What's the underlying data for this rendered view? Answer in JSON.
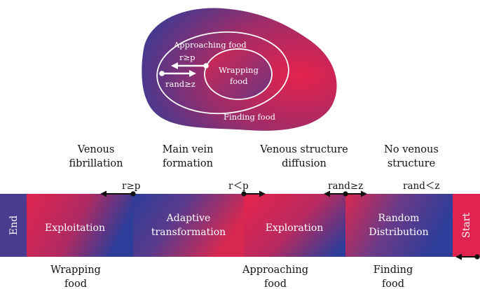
{
  "blob": {
    "outer_label": "Finding food",
    "middle_label": "Approaching  food",
    "inner_label_line1": "Wrapping",
    "inner_label_line2": "food",
    "cond_upper": "r≥p",
    "cond_lower": "rand≥z"
  },
  "phases": [
    {
      "line1": "Venous",
      "line2": "fibrillation"
    },
    {
      "line1": "Main vein",
      "line2": "formation"
    },
    {
      "line1": "Venous structure",
      "line2": "diffusion"
    },
    {
      "line1": "No venous",
      "line2": "structure"
    }
  ],
  "conditions": {
    "c1": "r≥p",
    "c2": "r＜p",
    "c3": "rand≥z",
    "c4": "rand＜z"
  },
  "band": {
    "end": "End",
    "start": "Start",
    "seg1": "Exploitation",
    "seg2_line1": "Adaptive",
    "seg2_line2": "transformation",
    "seg3": "Exploration",
    "seg4_line1": "Random",
    "seg4_line2": "Distribution"
  },
  "bottom_labels": [
    {
      "line1": "Wrapping",
      "line2": "food"
    },
    {
      "line1": "Approaching",
      "line2": "food"
    },
    {
      "line1": "Finding",
      "line2": "food"
    }
  ],
  "colors": {
    "red": "#e0244f",
    "blue": "#2c3d9a",
    "purple": "#4a3b8e"
  }
}
